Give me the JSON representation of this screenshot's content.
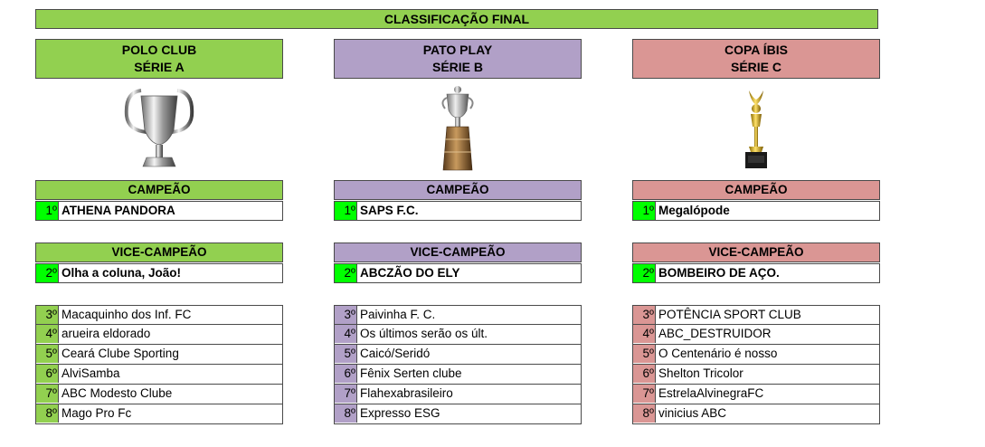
{
  "title": "CLASSIFICAÇÃO FINAL",
  "colors": {
    "serie_a": "#92d050",
    "serie_b": "#b1a0c7",
    "serie_c": "#da9694",
    "podium_green": "#00ff00"
  },
  "columns": [
    {
      "id": "serie-a",
      "line1": "POLO CLUB",
      "line2": "SÉRIE A",
      "trophy_icon": "champions-cup-icon",
      "champion_header": "CAMPEÃO",
      "champion": {
        "pos": "1º",
        "name": "ATHENA PANDORA"
      },
      "vice_header": "VICE-CAMPEÃO",
      "vice": {
        "pos": "2º",
        "name": "Olha a coluna, João!"
      },
      "rest": [
        {
          "pos": "3º",
          "name": "Macaquinho dos Inf. FC"
        },
        {
          "pos": "4º",
          "name": "arueira eldorado"
        },
        {
          "pos": "5º",
          "name": "Ceará Clube Sporting"
        },
        {
          "pos": "6º",
          "name": "AlviSamba"
        },
        {
          "pos": "7º",
          "name": "ABC Modesto Clube"
        },
        {
          "pos": "8º",
          "name": "Mago Pro Fc"
        }
      ]
    },
    {
      "id": "serie-b",
      "line1": "PATO PLAY",
      "line2": "SÉRIE B",
      "trophy_icon": "libertadores-trophy-icon",
      "champion_header": "CAMPEÃO",
      "champion": {
        "pos": "1º",
        "name": "SAPS F.C."
      },
      "vice_header": "VICE-CAMPEÃO",
      "vice": {
        "pos": "2º",
        "name": "ABCZÃO DO ELY"
      },
      "rest": [
        {
          "pos": "3º",
          "name": "Paivinha F. C."
        },
        {
          "pos": "4º",
          "name": "Os últimos serão os últ."
        },
        {
          "pos": "5º",
          "name": "Caicó/Seridó"
        },
        {
          "pos": "6º",
          "name": "Fênix Serten clube"
        },
        {
          "pos": "7º",
          "name": "Flahexabrasileiro"
        },
        {
          "pos": "8º",
          "name": "Expresso ESG"
        }
      ]
    },
    {
      "id": "serie-c",
      "line1": "COPA ÍBIS",
      "line2": "SÉRIE C",
      "trophy_icon": "gold-trophy-icon",
      "champion_header": "CAMPEÃO",
      "champion": {
        "pos": "1º",
        "name": "Megalópode"
      },
      "vice_header": "VICE-CAMPEÃO",
      "vice": {
        "pos": "2º",
        "name": "BOMBEIRO DE AÇO."
      },
      "rest": [
        {
          "pos": "3º",
          "name": "POTÊNCIA SPORT CLUB"
        },
        {
          "pos": "4º",
          "name": "ABC_DESTRUIDOR"
        },
        {
          "pos": "5º",
          "name": "O Centenário é nosso"
        },
        {
          "pos": "6º",
          "name": "Shelton Tricolor"
        },
        {
          "pos": "7º",
          "name": "EstrelaAlvinegraFC"
        },
        {
          "pos": "8º",
          "name": "vinicius ABC"
        }
      ]
    }
  ]
}
